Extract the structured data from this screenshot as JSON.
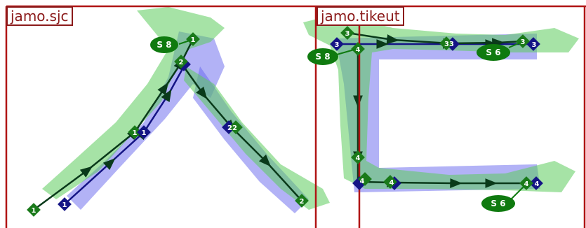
{
  "panels": [
    {
      "id": "left",
      "label": "jamo.sjc"
    },
    {
      "id": "right",
      "label": "jamo.tikeut"
    }
  ],
  "badges": [
    {
      "id": "s8-left",
      "text": "S 8"
    },
    {
      "id": "s8-right",
      "text": "S 8"
    },
    {
      "id": "s6-top",
      "text": "S 6"
    },
    {
      "id": "s6-bottom",
      "text": "S 6"
    }
  ],
  "colors": {
    "frame": "#b01414",
    "label_border": "#8b1a1a",
    "green_glyph": "#5ccc5c",
    "blue_glyph": "#6666ee",
    "overlap": "#4d9a8a",
    "green_node": "#1a7a1a",
    "blue_node": "#141485",
    "path_line": "#0a3a1a",
    "badge": "#0f7a0f"
  },
  "node_labels": {
    "n1": "1",
    "n2": "2",
    "n3": "3",
    "n4": "4",
    "n22": "22",
    "n33": "33"
  }
}
